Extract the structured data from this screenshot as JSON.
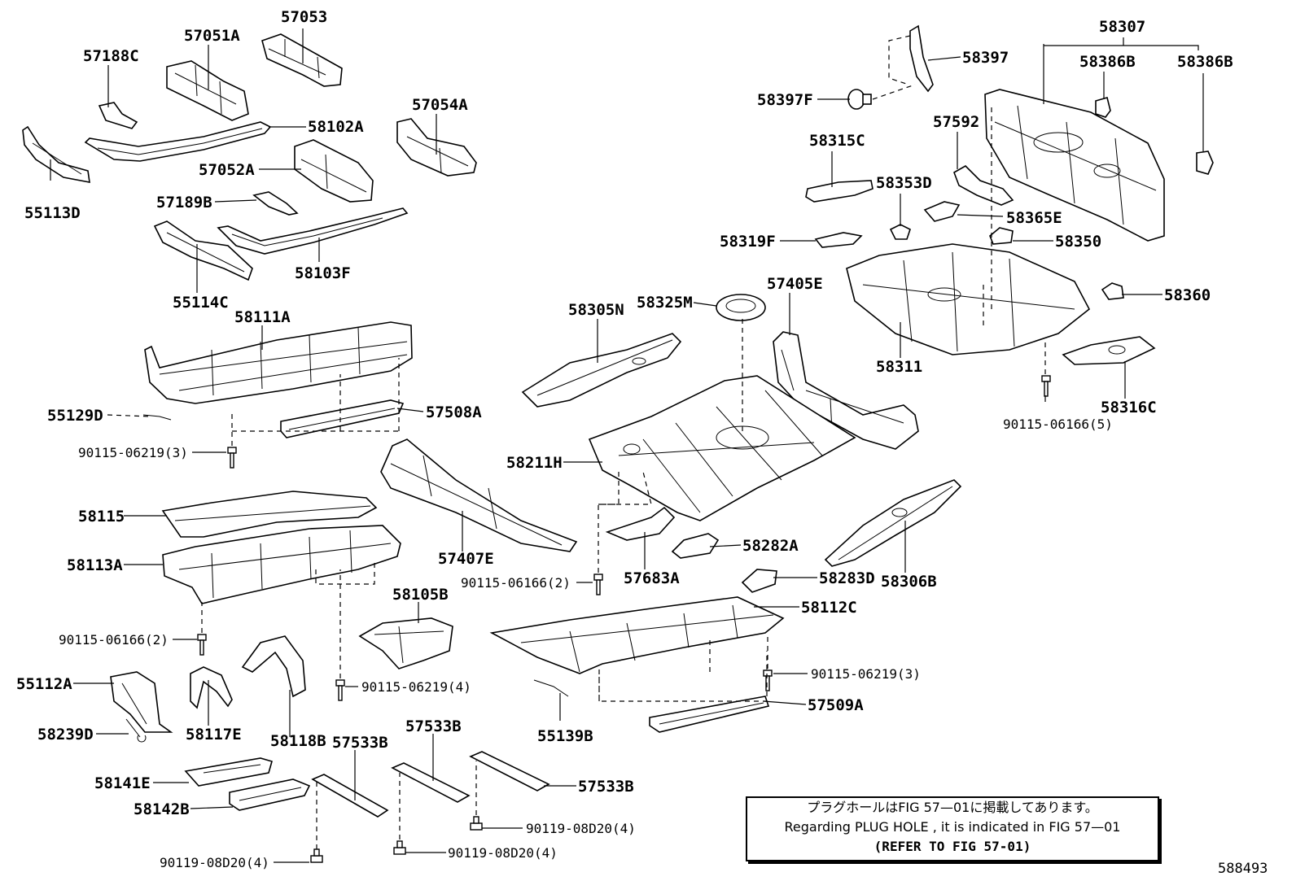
{
  "labels": [
    {
      "id": "l57053",
      "text": "57053"
    },
    {
      "id": "l57051A",
      "text": "57051A"
    },
    {
      "id": "l57188C",
      "text": "57188C"
    },
    {
      "id": "l58102A",
      "text": "58102A"
    },
    {
      "id": "l57054A",
      "text": "57054A"
    },
    {
      "id": "l57052A",
      "text": "57052A"
    },
    {
      "id": "l57189B",
      "text": "57189B"
    },
    {
      "id": "l55113D",
      "text": "55113D"
    },
    {
      "id": "l58103F",
      "text": "58103F"
    },
    {
      "id": "l55114C",
      "text": "55114C"
    },
    {
      "id": "l58111A",
      "text": "58111A"
    },
    {
      "id": "l55129D",
      "text": "55129D"
    },
    {
      "id": "l57508A",
      "text": "57508A"
    },
    {
      "id": "l58115",
      "text": "58115"
    },
    {
      "id": "l58113A",
      "text": "58113A"
    },
    {
      "id": "l57407E",
      "text": "57407E"
    },
    {
      "id": "l58105B",
      "text": "58105B"
    },
    {
      "id": "l55112A",
      "text": "55112A"
    },
    {
      "id": "l58239D",
      "text": "58239D"
    },
    {
      "id": "l58117E",
      "text": "58117E"
    },
    {
      "id": "l58118B",
      "text": "58118B"
    },
    {
      "id": "l57533B_a",
      "text": "57533B"
    },
    {
      "id": "l57533B_b",
      "text": "57533B"
    },
    {
      "id": "l57533B_c",
      "text": "57533B"
    },
    {
      "id": "l58141E",
      "text": "58141E"
    },
    {
      "id": "l58142B",
      "text": "58142B"
    },
    {
      "id": "l58305N",
      "text": "58305N"
    },
    {
      "id": "l58325M",
      "text": "58325M"
    },
    {
      "id": "l57405E",
      "text": "57405E"
    },
    {
      "id": "l58211H",
      "text": "58211H"
    },
    {
      "id": "l57683A",
      "text": "57683A"
    },
    {
      "id": "l58282A",
      "text": "58282A"
    },
    {
      "id": "l58283D",
      "text": "58283D"
    },
    {
      "id": "l58306B",
      "text": "58306B"
    },
    {
      "id": "l58112C",
      "text": "58112C"
    },
    {
      "id": "l57509A",
      "text": "57509A"
    },
    {
      "id": "l55139B",
      "text": "55139B"
    },
    {
      "id": "l58397",
      "text": "58397"
    },
    {
      "id": "l58397F",
      "text": "58397F"
    },
    {
      "id": "l58307",
      "text": "58307"
    },
    {
      "id": "l58386B_a",
      "text": "58386B"
    },
    {
      "id": "l58386B_b",
      "text": "58386B"
    },
    {
      "id": "l57592",
      "text": "57592"
    },
    {
      "id": "l58315C",
      "text": "58315C"
    },
    {
      "id": "l58353D",
      "text": "58353D"
    },
    {
      "id": "l58365E",
      "text": "58365E"
    },
    {
      "id": "l58319F",
      "text": "58319F"
    },
    {
      "id": "l58350",
      "text": "58350"
    },
    {
      "id": "l58360",
      "text": "58360"
    },
    {
      "id": "l58311",
      "text": "58311"
    },
    {
      "id": "l58316C",
      "text": "58316C"
    }
  ],
  "fasteners": [
    {
      "id": "f1",
      "text": "90115-06219(3)"
    },
    {
      "id": "f2",
      "text": "90115-06166(2)"
    },
    {
      "id": "f3",
      "text": "90115-06219(4)"
    },
    {
      "id": "f4",
      "text": "90115-06166(2)"
    },
    {
      "id": "f5",
      "text": "90115-06166(5)"
    },
    {
      "id": "f6",
      "text": "90115-06219(3)"
    },
    {
      "id": "f7",
      "text": "90119-08D20(4)"
    },
    {
      "id": "f8",
      "text": "90119-08D20(4)"
    },
    {
      "id": "f9",
      "text": "90119-08D20(4)"
    }
  ],
  "note": {
    "line_ja": "プラグホールはFIG 57—01に掲載してあります。",
    "line_en": "Regarding  PLUG  HOLE , it is indicated in FIG  57—01",
    "line_ref": "(REFER TO FIG 57-01)"
  },
  "figure_number": "588493"
}
